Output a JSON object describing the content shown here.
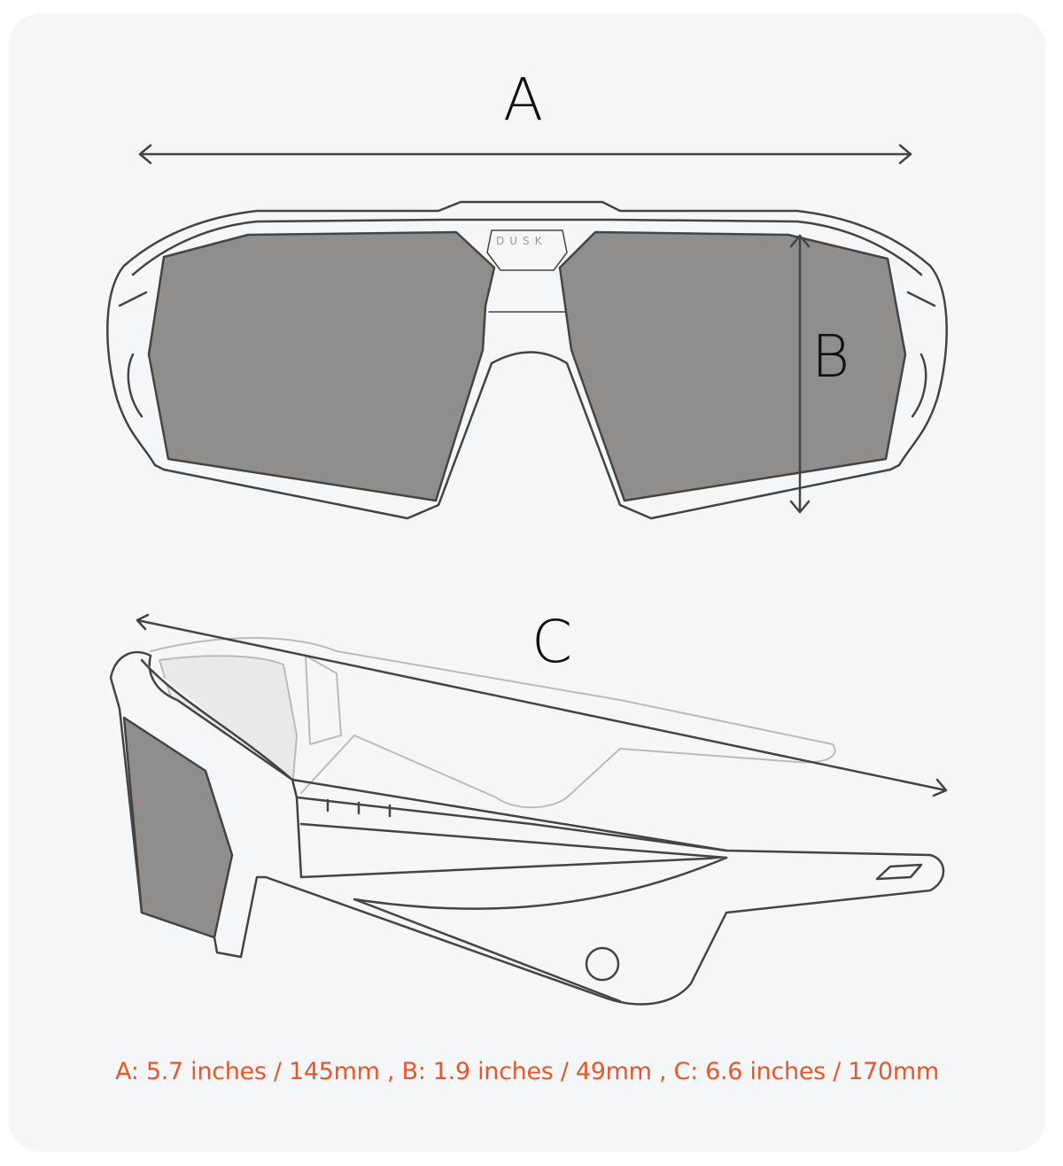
{
  "diagram": {
    "label_a": "A",
    "label_b": "B",
    "label_c": "C",
    "brand_logo": "DUSK",
    "dimensions_text": "A: 5.7 inches / 145mm , B: 1.9 inches / 49mm , C: 6.6 inches / 170mm",
    "colors": {
      "accent": "#e8572c",
      "lens": "#8f8e8d",
      "line": "#444444",
      "background": "#f5f6f8"
    }
  }
}
